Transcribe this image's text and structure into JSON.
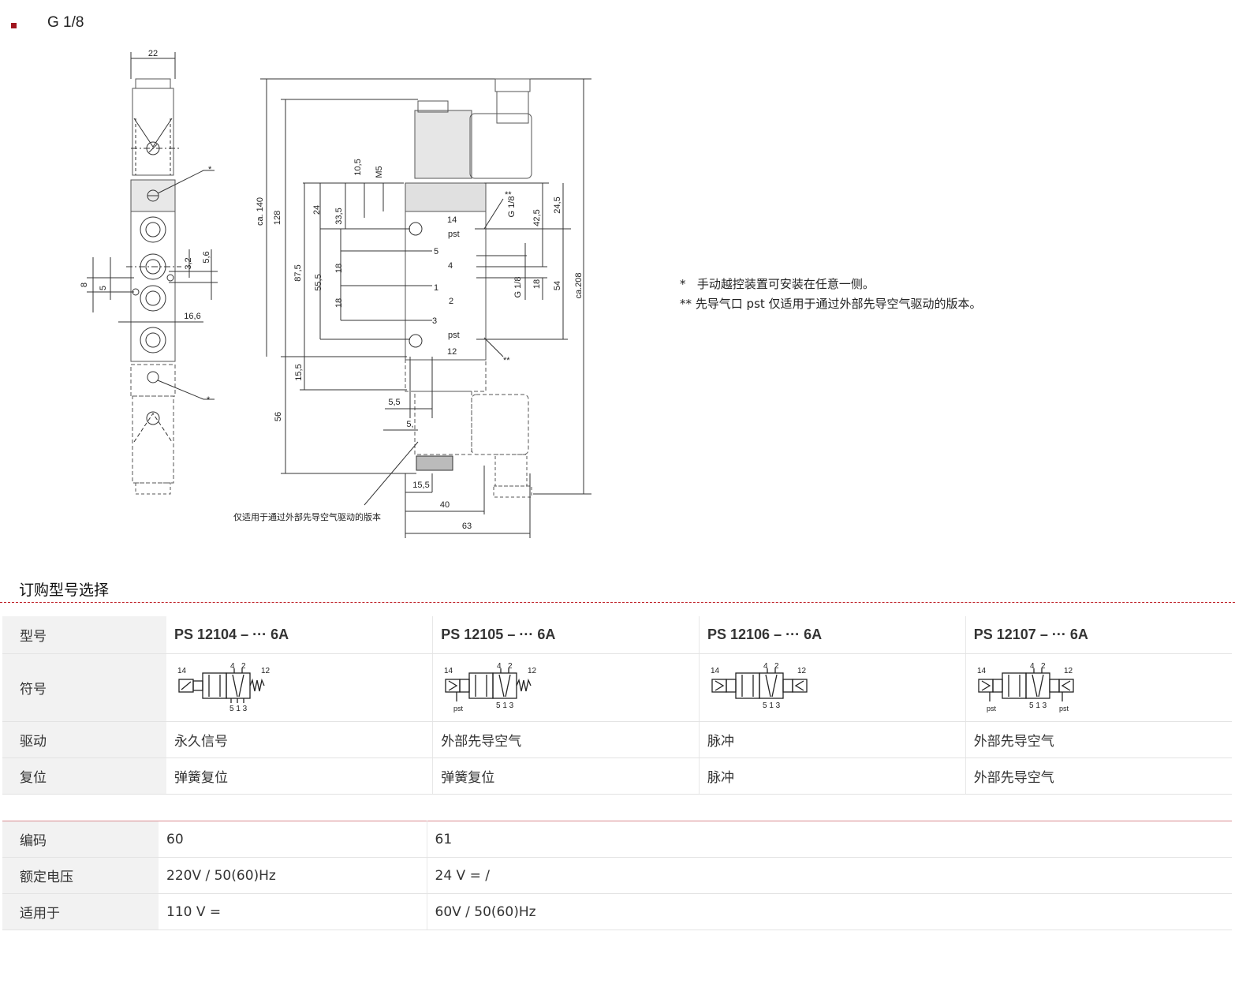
{
  "header": {
    "series": "G 1/8"
  },
  "drawing": {
    "dims": {
      "d22": "22",
      "d3_2": "3,2",
      "d5_6": "5,6",
      "d8": "8",
      "d5": "5",
      "d16_6": "16,6",
      "ca140": "ca. 140",
      "d128": "128",
      "d87_5": "87,5",
      "d24": "24",
      "d33_5": "33,5",
      "d55_5": "55,5",
      "d18a": "18",
      "d18b": "18",
      "d10_5": "10,5",
      "m5": "M5",
      "d15_5v": "15,5",
      "d56": "56",
      "d5_5": "5,5",
      "d5b": "5,",
      "d15_5h": "15,5",
      "d40": "40",
      "d63": "63",
      "d42_5": "42,5",
      "d24_5": "24,5",
      "g18a": "G 1/8",
      "g18b": "G 1/8",
      "d18c": "18",
      "d54": "54",
      "ca208": "ca.208"
    },
    "port_labels": {
      "p14": "14",
      "pst1": "pst",
      "p5": "5",
      "p4": "4",
      "p1": "1",
      "p2": "2",
      "p3": "3",
      "pst2": "pst",
      "p12": "12"
    },
    "stars": {
      "s1": "*",
      "s2": "*",
      "s3": "**",
      "s4": "**"
    },
    "callout": "仅适用于通过外部先导空气驱动的版本"
  },
  "notes": [
    {
      "mark": "*",
      "text": "手动越控装置可安装在任意一侧。"
    },
    {
      "mark": "**",
      "text": "先导气口 pst 仅适用于通过外部先导空气驱动的版本。"
    }
  ],
  "ordering": {
    "title": "订购型号选择",
    "table1": {
      "row_labels": {
        "model": "型号",
        "symbol": "符号",
        "actuation": "驱动",
        "reset": "复位"
      },
      "columns": [
        {
          "model": "PS 12104 – ··· 6A",
          "actuation": "永久信号",
          "reset": "弹簧复位"
        },
        {
          "model": "PS 12105 – ··· 6A",
          "actuation": "外部先导空气",
          "reset": "弹簧复位"
        },
        {
          "model": "PS 12106 – ··· 6A",
          "actuation": "脉冲",
          "reset": "脉冲"
        },
        {
          "model": "PS 12107 – ··· 6A",
          "actuation": "外部先导空气",
          "reset": "外部先导空气"
        }
      ],
      "symbol_labels": {
        "l14": "14",
        "l4": "4",
        "l2": "2",
        "l12": "12",
        "l513": "5 1 3",
        "pst": "pst"
      }
    },
    "table2": {
      "rows": [
        {
          "label": "编码",
          "c1": "60",
          "c2": "61"
        },
        {
          "label": "额定电压",
          "c1": "220V / 50(60)Hz",
          "c2": "24 V = /"
        },
        {
          "label": "适用于",
          "c1": "110 V =",
          "c2": "60V / 50(60)Hz"
        }
      ]
    }
  }
}
